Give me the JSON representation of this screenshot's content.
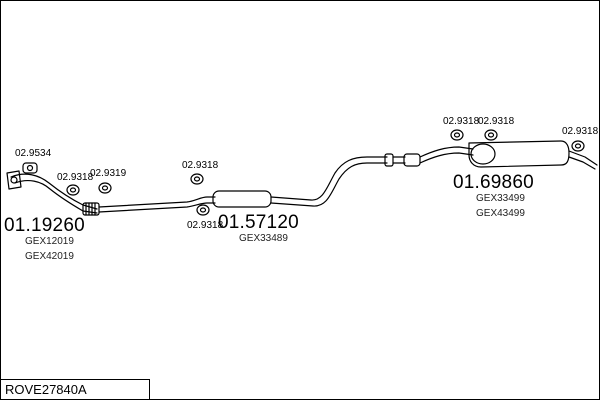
{
  "diagram": {
    "code": "ROVE27840A",
    "parts": {
      "front_pipe": "01.19260",
      "middle_silencer": "01.57120",
      "rear_silencer": "01.69860"
    },
    "references": {
      "front_1": "GEX12019",
      "front_2": "GEX42019",
      "middle_1": "GEX33489",
      "rear_1": "GEX33499",
      "rear_2": "GEX43499"
    },
    "fittings": {
      "gasket_front": "02.9534",
      "clamp_front_a": "02.9318",
      "clamp_front_b": "02.9319",
      "hanger_middle_top": "02.9318",
      "hanger_middle_bottom": "02.9318",
      "hanger_rear_a": "02.9318",
      "hanger_rear_b": "02.9318",
      "hanger_rear_c": "02.9318"
    }
  }
}
